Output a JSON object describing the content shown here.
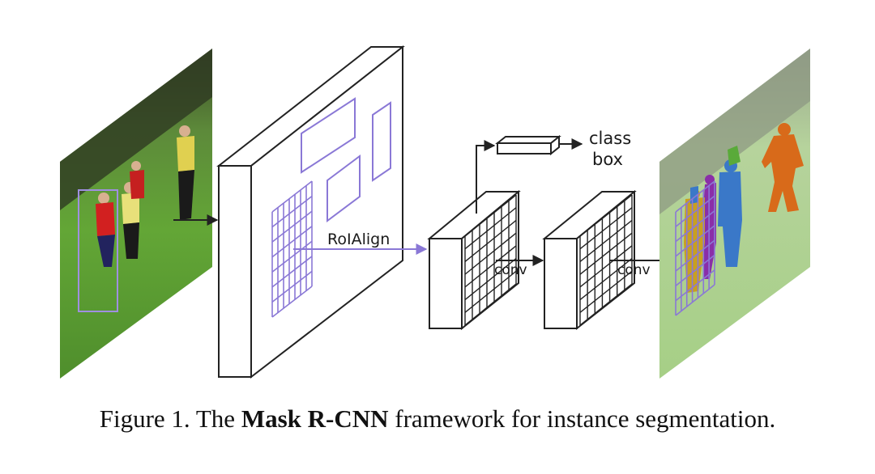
{
  "diagram": {
    "labels": {
      "roialign": "RoIAlign",
      "class": "class",
      "box": "box",
      "conv1": "conv",
      "conv2": "conv"
    },
    "colors": {
      "grid_purple": "#8a78d6",
      "grass_green": "#5f9e35",
      "mask_orange": "#d86a1a",
      "mask_blue": "#3a78c8",
      "mask_purple": "#8a2ea8",
      "mask_green": "#5aaa3a",
      "mask_yellow": "#c8a020"
    }
  },
  "caption": {
    "prefix": "Figure 1. The ",
    "bold": "Mask R-CNN",
    "suffix": " framework for instance segmentation."
  }
}
